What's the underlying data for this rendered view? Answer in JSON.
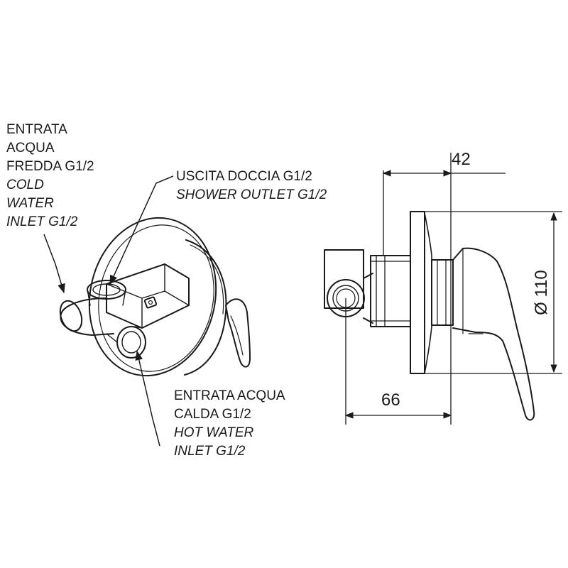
{
  "labels": {
    "cold_inlet": [
      "ENTRATA",
      "ACQUA",
      "FREDDA G1/2",
      "COLD",
      "WATER",
      "INLET G1/2"
    ],
    "shower_outlet": [
      "USCITA DOCCIA G1/2",
      "SHOWER OUTLET G1/2"
    ],
    "hot_inlet": [
      "ENTRATA ACQUA",
      "CALDA G1/2",
      "HOT WATER",
      "INLET G1/2"
    ]
  },
  "dimensions": {
    "depth_top": "42",
    "depth_bottom": "66",
    "diameter": "Ø 110"
  }
}
